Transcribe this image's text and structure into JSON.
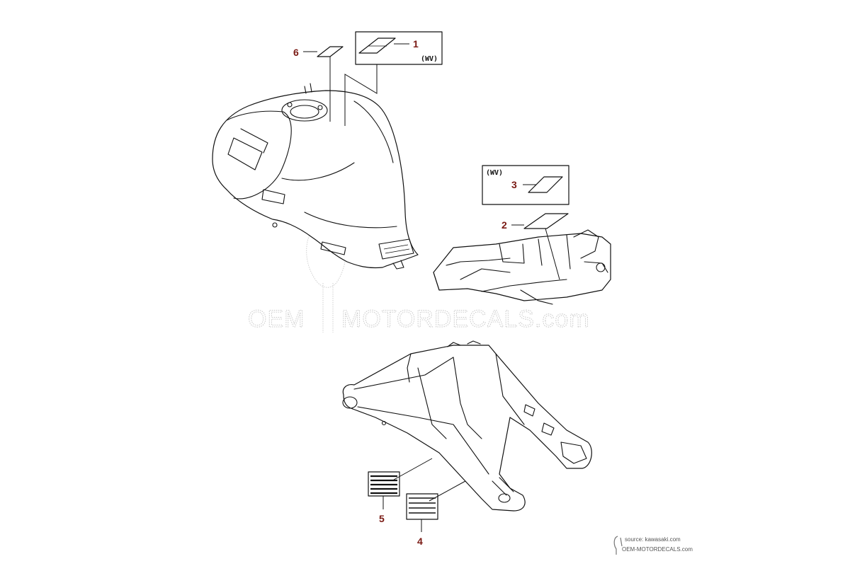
{
  "callouts": {
    "c1": "1",
    "c2": "2",
    "c3": "3",
    "c4": "4",
    "c5": "5",
    "c6": "6"
  },
  "variant_labels": {
    "box1": "(WV)",
    "box3": "(WV)"
  },
  "watermark": {
    "left": "OEM",
    "right": "MOTORDECALS.com"
  },
  "footer": {
    "source": "source: kawasaki.com",
    "site": "OEM-MOTORDECALS.com"
  },
  "colors": {
    "callout": "#7a1a14",
    "line": "#111111",
    "watermark": "#c9c9c9"
  }
}
